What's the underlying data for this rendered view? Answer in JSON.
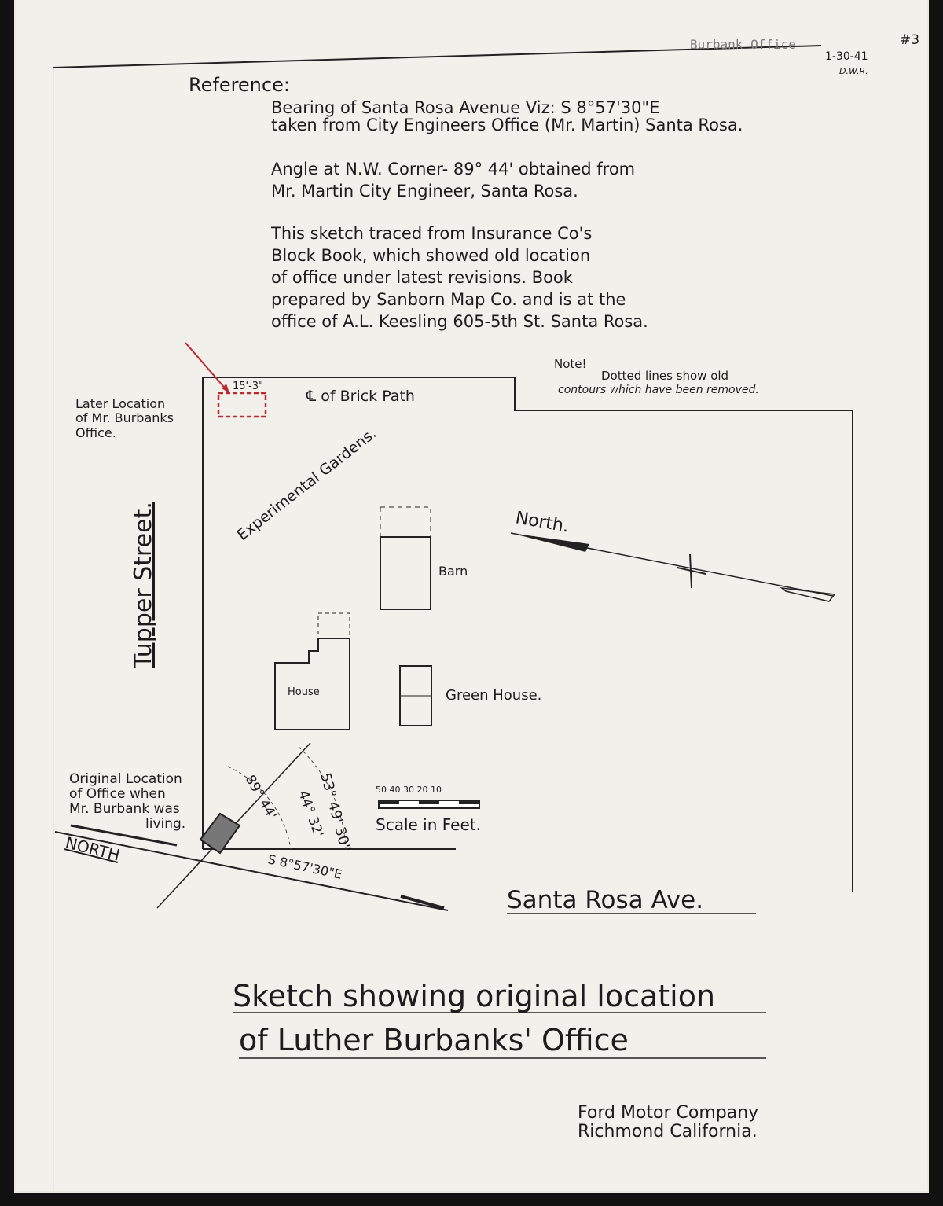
{
  "header": {
    "stamp": "Burbank Office",
    "number": "#3",
    "date": "1-30-41",
    "initials": "D.W.R."
  },
  "reference": {
    "heading": "Reference:",
    "lines": [
      "Bearing of Santa Rosa Avenue Viz: S 8°57'30\"E",
      "taken from City Engineers Office (Mr. Martin) Santa Rosa.",
      "Angle at N.W. Corner- 89° 44' obtained from",
      "Mr. Martin City Engineer, Santa Rosa.",
      "This sketch traced from Insurance Co's",
      "Block Book, which showed old location",
      "of office under latest revisions. Book",
      "prepared by Sanborn Map Co. and is at the",
      "office of A.L. Keesling 605-5th St. Santa Rosa."
    ]
  },
  "map": {
    "note_heading": "Note!",
    "note_lines": [
      "Dotted lines show old",
      "contours which have been removed."
    ],
    "dimension": "15'-3\"",
    "brick_path": "℄ of Brick Path",
    "later_location": [
      "Later Location",
      "of Mr. Burbanks",
      "Office."
    ],
    "tupper_street": "Tupper Street.",
    "experimental_gardens": "Experimental Gardens.",
    "north_arrow": "North.",
    "barn": "Barn",
    "house": "House",
    "green_house": "Green House.",
    "original_location": [
      "Original Location",
      "of Office when",
      "Mr. Burbank was",
      "living."
    ],
    "north_label": "NORTH",
    "angle_1": "89° 44'",
    "angle_2": "44° 32'",
    "angle_3": "53° 49' 30\"",
    "bearing": "S 8°57'30\"E",
    "scale_ticks": "50 40 30 20 10",
    "scale_label": "Scale in Feet.",
    "santa_rosa_ave": "Santa Rosa Ave.",
    "highlight_color": "#c0282d"
  },
  "title": {
    "line1": "Sketch showing original location",
    "line2": "of Luther Burbanks' Office"
  },
  "footer": {
    "line1": "Ford Motor Company",
    "line2": "Richmond California."
  }
}
